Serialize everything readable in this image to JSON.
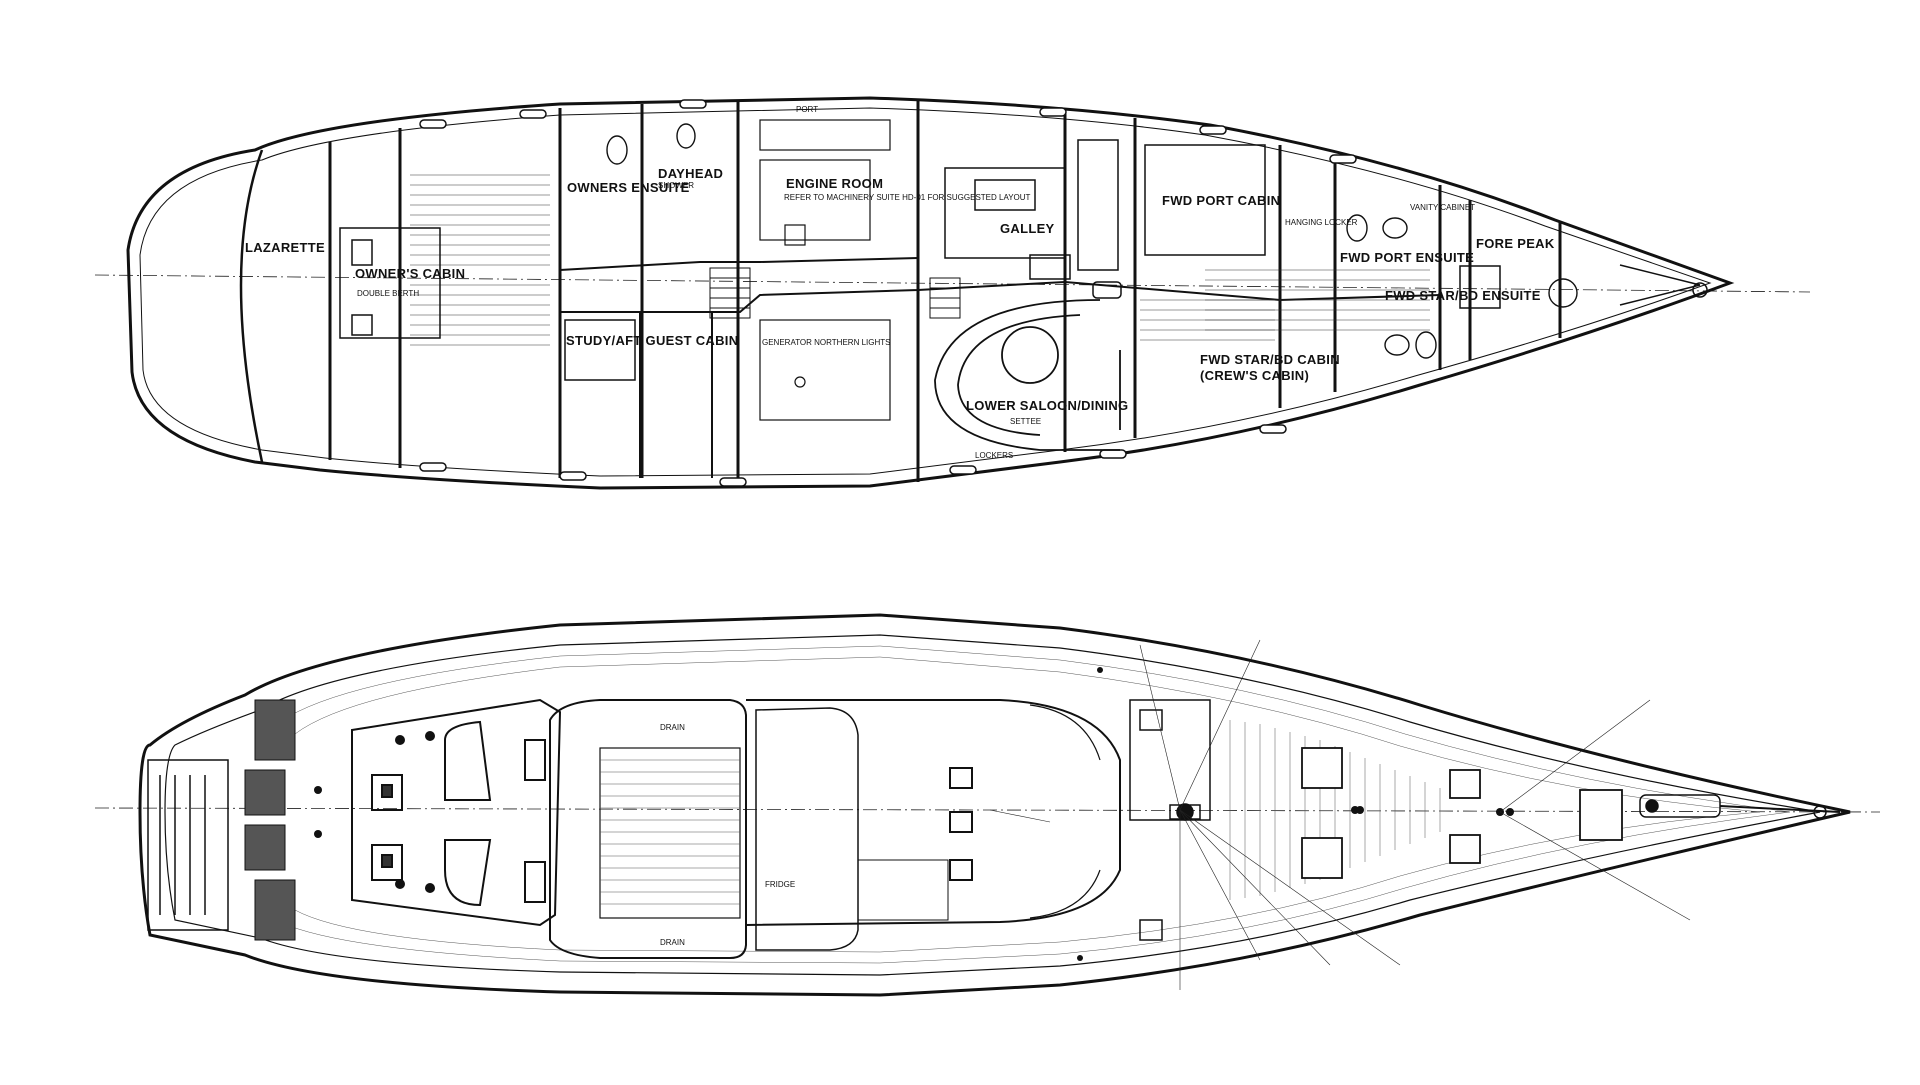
{
  "plan": {
    "interior": {
      "rooms": {
        "lazarette": "LAZARETTE",
        "owners_cabin": "OWNER'S CABIN",
        "owners_ensuite": "OWNERS ENSUITE",
        "dayhead": "DAYHEAD",
        "engine_room": "ENGINE ROOM",
        "galley": "GALLEY",
        "fwd_port_cabin": "FWD PORT CABIN",
        "fwd_port_ensuite": "FWD PORT ENSUITE",
        "fore_peak": "FORE PEAK",
        "study_aft_guest_cabin": "STUDY/AFT GUEST CABIN",
        "lower_saloon_dining": "LOWER SALOON/DINING",
        "fwd_starbd_cabin": "FWD STAR/BD CABIN",
        "crews_cabin": "(CREW'S CABIN)",
        "fwd_starbd_ensuite": "FWD STAR/BD ENSUITE"
      },
      "notes": {
        "double_berth": "DOUBLE BERTH",
        "engine_room_note": "REFER TO MACHINERY SUITE HD-01 FOR SUGGESTED LAYOUT",
        "generator": "GENERATOR NORTHERN LIGHTS",
        "settee": "SETTEE",
        "lockers": "LOCKERS",
        "vanity_cabinet": "VANITY CABINET",
        "hanging_locker": "HANGING LOCKER",
        "port": "PORT",
        "shower": "SHOWER"
      }
    },
    "deck": {
      "labels": {
        "fridge": "FRIDGE",
        "drain": "DRAIN"
      }
    }
  }
}
